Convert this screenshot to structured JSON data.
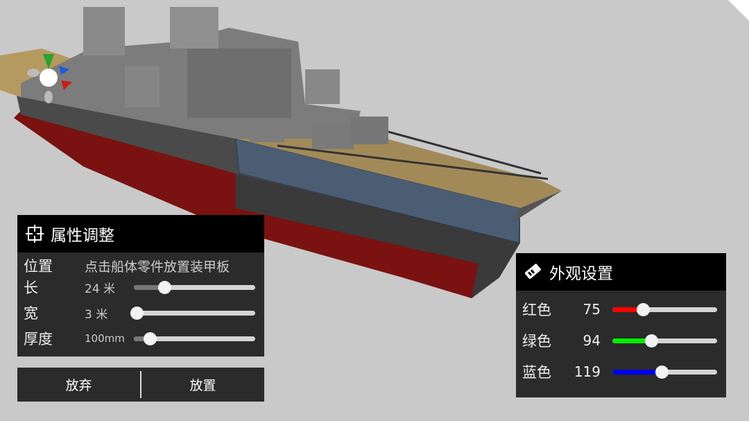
{
  "attributes_panel": {
    "title": "属性调整",
    "position": {
      "label": "位置",
      "value": "点击船体零件放置装甲板"
    },
    "length": {
      "label": "长",
      "value": "24 米",
      "fraction": 0.25
    },
    "width": {
      "label": "宽",
      "value": "3 米",
      "fraction": 0.0
    },
    "thickness": {
      "label": "厚度",
      "value": "100mm",
      "fraction": 0.13
    }
  },
  "actions": {
    "discard": "放弃",
    "place": "放置"
  },
  "appearance_panel": {
    "title": "外观设置",
    "red": {
      "label": "红色",
      "value": "75",
      "fraction": 0.294,
      "color": "#ff0000"
    },
    "green": {
      "label": "绿色",
      "value": "94",
      "fraction": 0.369,
      "color": "#00ee00"
    },
    "blue": {
      "label": "蓝色",
      "value": "119",
      "fraction": 0.467,
      "color": "#0000ee"
    }
  }
}
